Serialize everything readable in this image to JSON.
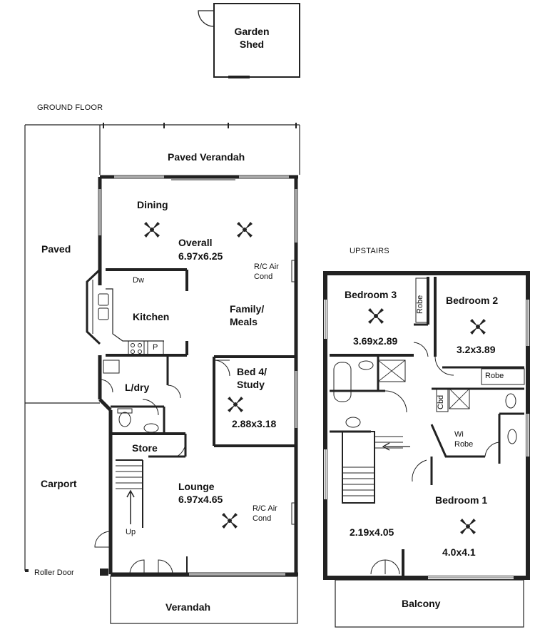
{
  "ground_floor": {
    "title": "GROUND FLOOR",
    "garden_shed": "Garden Shed",
    "paved_verandah": "Paved Verandah",
    "dining": "Dining",
    "overall_name": "Overall",
    "overall_dims": "6.97x6.25",
    "rc_air_top": "R/C Air Cond",
    "paved": "Paved",
    "dw": "Dw",
    "kitchen": "Kitchen",
    "p": "P",
    "family_meals": "Family/ Meals",
    "ldry": "L/dry",
    "bed4_name": "Bed 4/ Study",
    "bed4_dims": "2.88x3.18",
    "store": "Store",
    "carport": "Carport",
    "lounge_name": "Lounge",
    "lounge_dims": "6.97x4.65",
    "rc_air_lounge": "R/C Air Cond",
    "up": "Up",
    "roller_door": "Roller Door",
    "verandah": "Verandah"
  },
  "upstairs": {
    "title": "UPSTAIRS",
    "bedroom3_name": "Bedroom 3",
    "bedroom3_dims": "3.69x2.89",
    "robe_b3": "Robe",
    "bedroom2_name": "Bedroom 2",
    "bedroom2_dims": "3.2x3.89",
    "robe_b2": "Robe",
    "cbd": "Cbd",
    "wi_robe": "Wi Robe",
    "bedroom1_name": "Bedroom 1",
    "bedroom1_dims": "4.0x4.1",
    "stair_room_dims": "2.19x4.05",
    "balcony": "Balcony"
  },
  "icons": [
    "ceiling-fan-icon",
    "toilet-icon",
    "bathtub-icon",
    "shower-icon",
    "sink-icon",
    "stove-icon",
    "stair-arrow-icon",
    "door-swing-icon"
  ]
}
